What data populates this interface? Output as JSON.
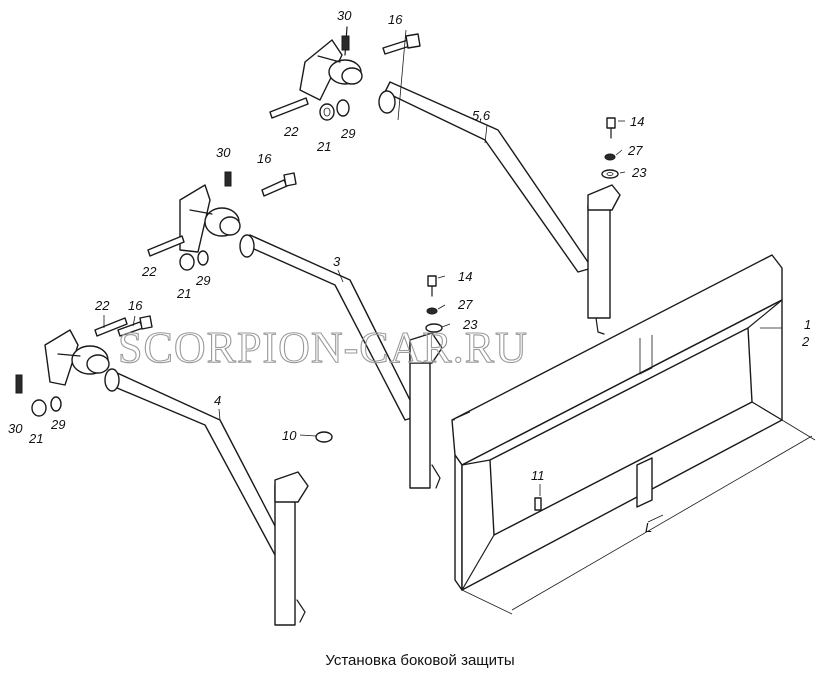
{
  "caption": "Установка боковой защиты",
  "watermark": "SCORPION-CAR.RU",
  "labels": {
    "p30a": "30",
    "p16a": "16",
    "p22a": "22",
    "p21a": "21",
    "p29a": "29",
    "p56": "5,6",
    "p14a": "14",
    "p27a": "27",
    "p23a": "23",
    "p30b": "30",
    "p16b": "16",
    "p22b": "22",
    "p21b": "21",
    "p29b": "29",
    "p3": "3",
    "p14b": "14",
    "p27b": "27",
    "p23b": "23",
    "p22c": "22",
    "p16c": "16",
    "p30c": "30",
    "p21c": "21",
    "p29c": "29",
    "p4": "4",
    "p10": "10",
    "p11": "11",
    "p12": "1",
    "p22": "2",
    "pL": "L"
  }
}
